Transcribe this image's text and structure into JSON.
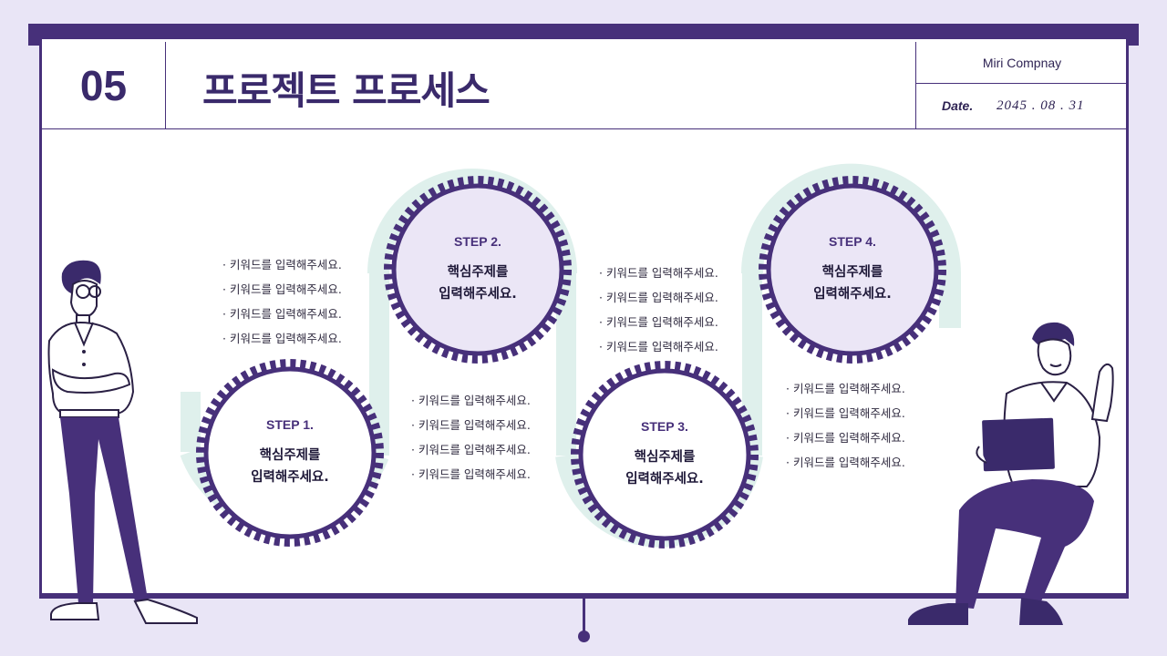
{
  "header": {
    "number": "05",
    "title": "프로젝트 프로세스",
    "company": "Miri Compnay",
    "date_label": "Date.",
    "date_value": "2045 . 08 . 31"
  },
  "steps": [
    {
      "label": "STEP 1.",
      "line1": "핵심주제를",
      "line2": "입력해주세요."
    },
    {
      "label": "STEP 2.",
      "line1": "핵심주제를",
      "line2": "입력해주세요."
    },
    {
      "label": "STEP 3.",
      "line1": "핵심주제를",
      "line2": "입력해주세요."
    },
    {
      "label": "STEP 4.",
      "line1": "핵심주제를",
      "line2": "입력해주세요."
    }
  ],
  "keyword_groups": [
    [
      "키워드를 입력해주세요.",
      "키워드를 입력해주세요.",
      "키워드를 입력해주세요.",
      "키워드를 입력해주세요."
    ],
    [
      "키워드를 입력해주세요.",
      "키워드를 입력해주세요.",
      "키워드를 입력해주세요.",
      "키워드를 입력해주세요."
    ],
    [
      "키워드를 입력해주세요.",
      "키워드를 입력해주세요.",
      "키워드를 입력해주세요.",
      "키워드를 입력해주세요."
    ],
    [
      "키워드를 입력해주세요.",
      "키워드를 입력해주세요.",
      "키워드를 입력해주세요.",
      "키워드를 입력해주세요."
    ]
  ],
  "colors": {
    "accent": "#47307a",
    "background": "#e9e5f6",
    "path": "#dff0ec",
    "circle_fill": "#ebe6f6"
  },
  "icons": {
    "left_figure": "man-crossed-arms-illustration",
    "right_figure": "man-sitting-with-tablet-illustration",
    "gear_border": "gear-ring-icon"
  }
}
